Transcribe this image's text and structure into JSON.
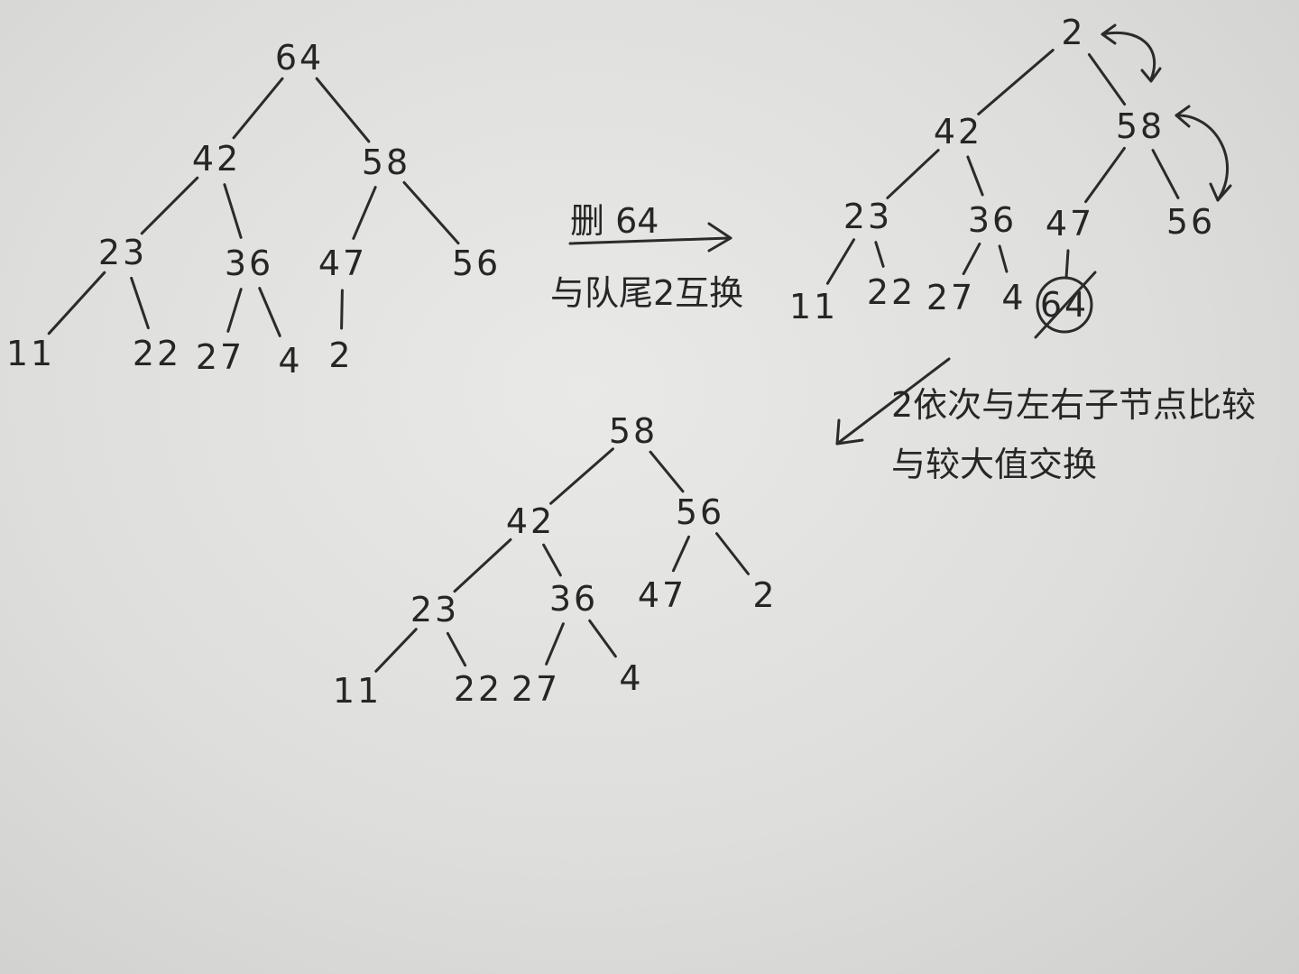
{
  "trees": [
    {
      "name": "initial-heap",
      "nodes": [
        "64",
        "42",
        "58",
        "23",
        "36",
        "47",
        "56",
        "11",
        "22",
        "27",
        "4",
        "2"
      ]
    },
    {
      "name": "after-swap-heap",
      "nodes": [
        "2",
        "42",
        "58",
        "23",
        "36",
        "47",
        "56",
        "11",
        "22",
        "27",
        "4",
        "64"
      ],
      "removed": "64"
    },
    {
      "name": "after-sift-down-heap",
      "nodes": [
        "58",
        "42",
        "56",
        "23",
        "36",
        "47",
        "2",
        "11",
        "22",
        "27",
        "4"
      ]
    }
  ],
  "annotations": {
    "delete_label": "删 64",
    "delete_line2": "与队尾2互换",
    "sift_line1": "2依次与左右子节点比较",
    "sift_line2": "与较大值交换"
  }
}
